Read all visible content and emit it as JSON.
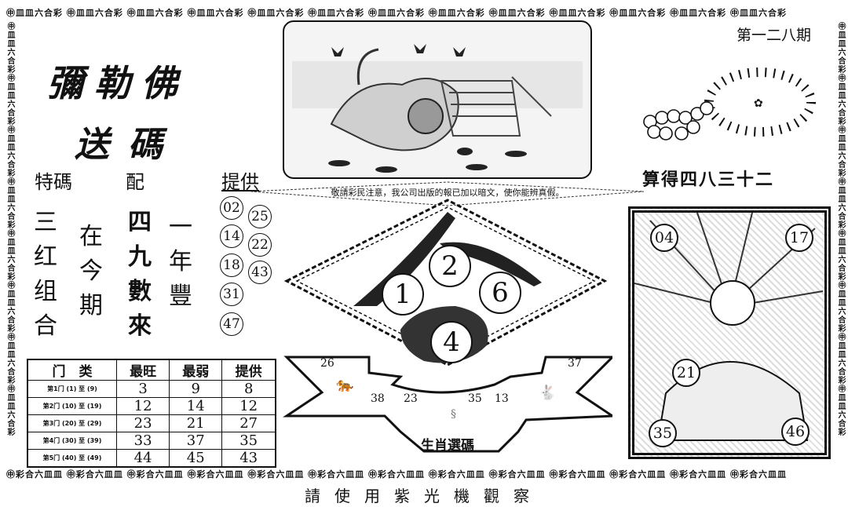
{
  "border": {
    "top_text": "㊥皿皿六合彩 ㊥皿皿六合彩 ㊥皿皿六合彩 ㊥皿皿六合彩 ㊥皿皿六合彩 ㊥皿皿六合彩 ㊥皿皿六合彩 ㊥皿皿六合彩 ㊥皿皿六合彩 ㊥皿皿六合彩 ㊥皿皿六合彩 ㊥皿皿六合彩 ㊥皿皿六合彩",
    "bottom_text": "㊥彩合六皿皿 ㊥彩合六皿皿 ㊥彩合六皿皿 ㊥彩合六皿皿 ㊥彩合六皿皿 ㊥彩合六皿皿 ㊥彩合六皿皿 ㊥彩合六皿皿 ㊥彩合六皿皿 ㊥彩合六皿皿 ㊥彩合六皿皿 ㊥彩合六皿皿 ㊥彩合六皿皿",
    "side_text": "㊥皿皿六合彩㊥皿皿六合彩㊥皿皿六合彩㊥皿皿六合彩㊥皿皿六合彩㊥皿皿六合彩㊥皿皿六合彩㊥皿皿六合彩"
  },
  "title": {
    "main": "彌勒佛",
    "sub": "送碼"
  },
  "issue": "第一二八期",
  "tips": {
    "headers": [
      "特碼",
      "配",
      "提供"
    ],
    "col1": [
      "三",
      "红",
      "组",
      "合"
    ],
    "col2": [
      "在",
      "今",
      "期"
    ],
    "col3": [
      "四",
      "九",
      "數",
      "來"
    ],
    "col4": [
      "一",
      "年",
      "豐"
    ],
    "provided_numbers_left": [
      "02",
      "14",
      "18",
      "31",
      "47"
    ],
    "provided_numbers_right": [
      "25",
      "22",
      "43"
    ]
  },
  "table": {
    "headers": [
      "门　类",
      "最旺",
      "最弱",
      "提供"
    ],
    "rows": [
      {
        "label": "第1门 (1) 至 (9)",
        "hot": "3",
        "cold": "9",
        "provided": "8"
      },
      {
        "label": "第2门 (10) 至 (19)",
        "hot": "12",
        "cold": "14",
        "provided": "12"
      },
      {
        "label": "第3门 (20) 至 (29)",
        "hot": "23",
        "cold": "21",
        "provided": "27"
      },
      {
        "label": "第4门 (30) 至 (39)",
        "hot": "33",
        "cold": "37",
        "provided": "35"
      },
      {
        "label": "第5门 (40) 至 (49)",
        "hot": "44",
        "cold": "45",
        "provided": "43"
      }
    ]
  },
  "notice": "敬請彩民注意，我公司出版的報已加以暗文，使你能辨真假。",
  "diamond_numbers": [
    "1",
    "2",
    "6",
    "4"
  ],
  "zodiac_banner": {
    "label": "生肖選碼",
    "numbers": {
      "top_left": "26",
      "top_right": "37",
      "n1": "38",
      "n2": "23",
      "n3": "35",
      "n4": "13"
    }
  },
  "calc_text": "算得四八三十二",
  "buddha_numbers": {
    "top_left": "04",
    "top_right": "17",
    "middle": "21",
    "bottom_left": "35",
    "bottom_right": "46"
  },
  "footer": "請使用紫光機觀察"
}
